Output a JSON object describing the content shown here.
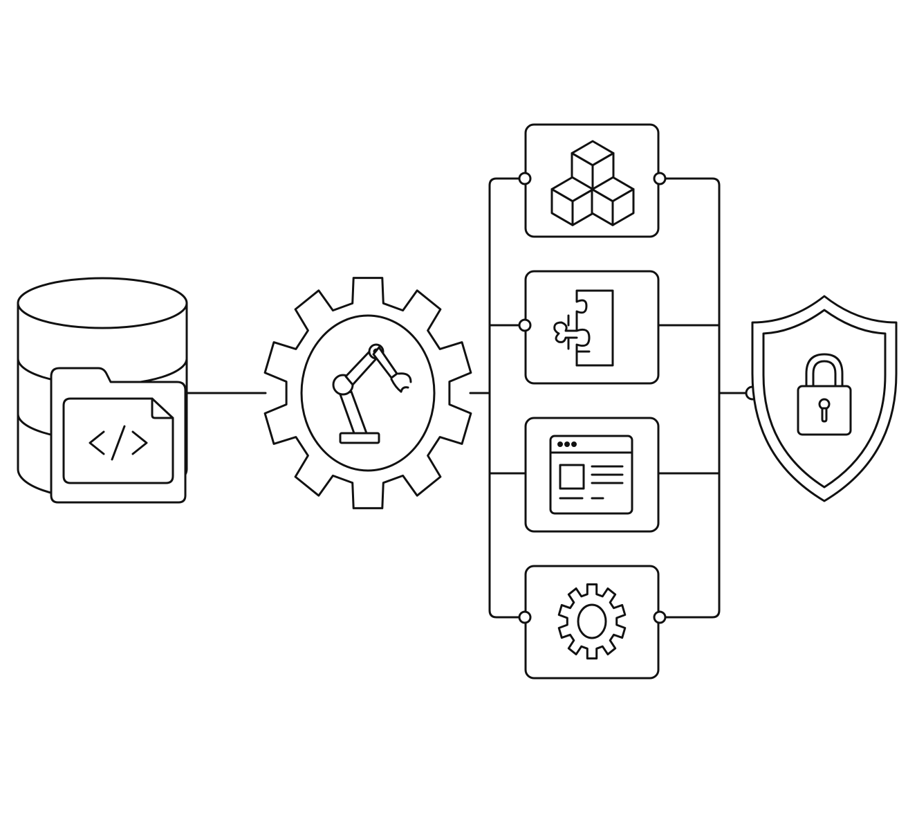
{
  "diagram": {
    "nodes": [
      {
        "id": "code-database",
        "icon": "database-code-folder-icon"
      },
      {
        "id": "automation-gear",
        "icon": "robotic-arm-gear-icon"
      },
      {
        "id": "module-blocks",
        "icon": "cubes-icon"
      },
      {
        "id": "module-integration",
        "icon": "puzzle-icon"
      },
      {
        "id": "module-interface",
        "icon": "browser-window-icon"
      },
      {
        "id": "module-settings",
        "icon": "gear-icon"
      },
      {
        "id": "security",
        "icon": "shield-lock-icon"
      }
    ],
    "edges": [
      {
        "from": "code-database",
        "to": "automation-gear"
      },
      {
        "from": "automation-gear",
        "to": "module-blocks"
      },
      {
        "from": "automation-gear",
        "to": "module-integration"
      },
      {
        "from": "automation-gear",
        "to": "module-interface"
      },
      {
        "from": "automation-gear",
        "to": "module-settings"
      },
      {
        "from": "module-blocks",
        "to": "security"
      },
      {
        "from": "module-integration",
        "to": "security"
      },
      {
        "from": "module-interface",
        "to": "security"
      },
      {
        "from": "module-settings",
        "to": "security"
      }
    ]
  },
  "colors": {
    "stroke": "#111111",
    "background": "#ffffff"
  }
}
